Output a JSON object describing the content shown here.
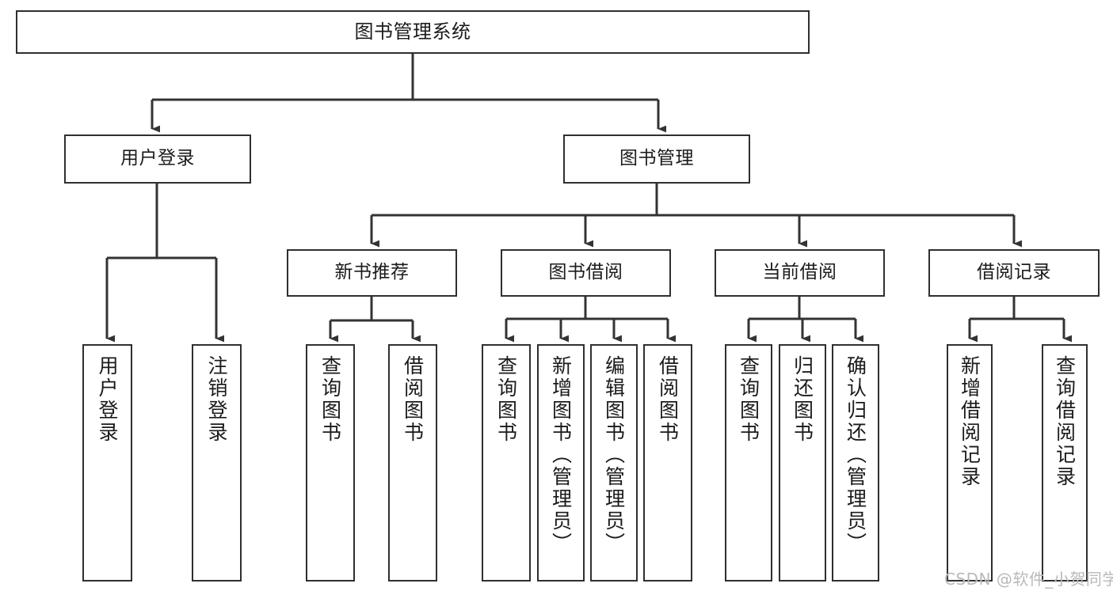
{
  "diagram": {
    "title": "图书管理系统",
    "type": "tree-hierarchy",
    "colors": {
      "background": "#ffffff",
      "box_border": "#2f2f2f",
      "box_fill": "#ffffff",
      "edge": "#333333",
      "text": "#1b1b1b",
      "watermark": "#b9b9b9"
    },
    "root": {
      "label": "图书管理系统"
    },
    "level2": [
      {
        "label": "用户登录"
      },
      {
        "label": "图书管理"
      }
    ],
    "level3": [
      {
        "label": "新书推荐"
      },
      {
        "label": "图书借阅"
      },
      {
        "label": "当前借阅"
      },
      {
        "label": "借阅记录"
      }
    ],
    "leaves": {
      "user_login": [
        {
          "label": "用户登录"
        },
        {
          "label": "注销登录"
        }
      ],
      "new_book": [
        {
          "label": "查询图书"
        },
        {
          "label": "借阅图书"
        }
      ],
      "borrow_book": [
        {
          "label": "查询图书"
        },
        {
          "label": "新增图书（管理员）"
        },
        {
          "label": "编辑图书（管理员）"
        },
        {
          "label": "借阅图书"
        }
      ],
      "current_borrow": [
        {
          "label": "查询图书"
        },
        {
          "label": "归还图书"
        },
        {
          "label": "确认归还（管理员）"
        }
      ],
      "borrow_record": [
        {
          "label": "新增借阅记录"
        },
        {
          "label": "查询借阅记录"
        }
      ]
    }
  },
  "watermark": {
    "text": "CSDN @软件_小贺同学"
  }
}
